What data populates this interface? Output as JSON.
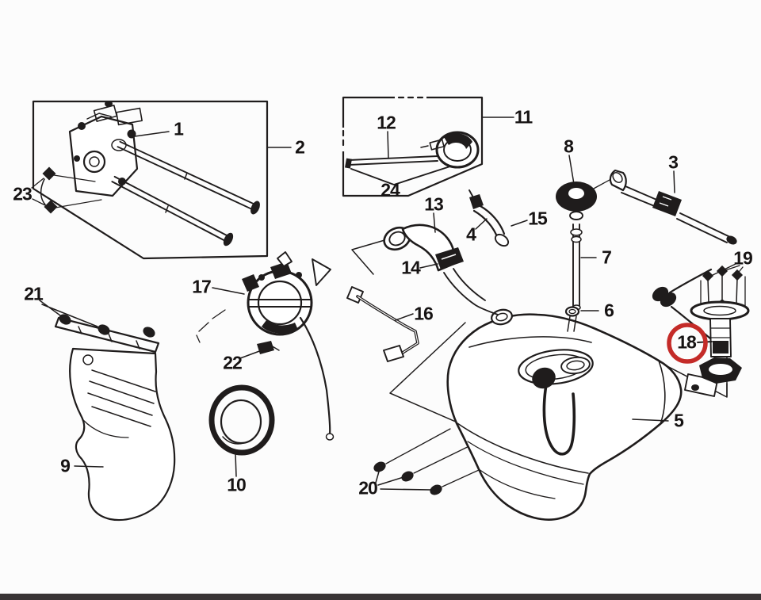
{
  "diagram": {
    "kind": "exploded-parts-line-drawing",
    "line_color": "#1f1c1c",
    "background_color": "#fcfcfc",
    "bottom_bar_color": "#393435",
    "highlight": {
      "part": "18",
      "color": "#c42b28"
    }
  },
  "labels": {
    "n1": "1",
    "n2": "2",
    "n3": "3",
    "n4": "4",
    "n5": "5",
    "n6": "6",
    "n7": "7",
    "n8": "8",
    "n9": "9",
    "n10": "10",
    "n11": "11",
    "n12": "12",
    "n13": "13",
    "n14": "14",
    "n15": "15",
    "n16": "16",
    "n17": "17",
    "n18": "18",
    "n19": "19",
    "n20": "20",
    "n21": "21",
    "n22": "22",
    "n23": "23",
    "n24": "24"
  }
}
